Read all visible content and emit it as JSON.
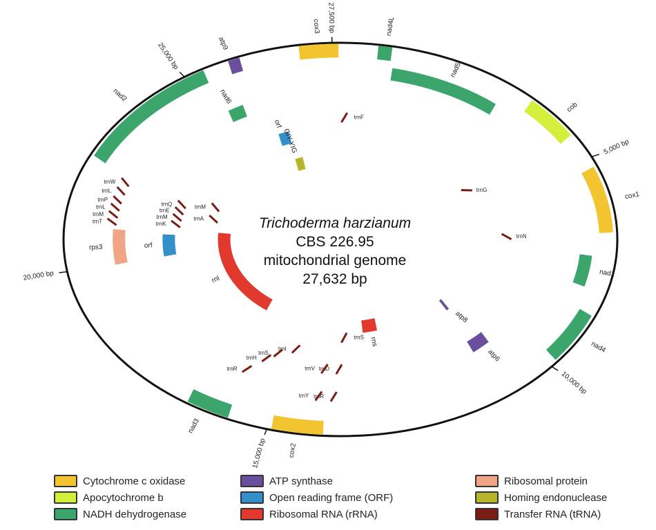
{
  "title": {
    "species": "Trichoderma harzianum",
    "strain": "CBS 226.95",
    "subtitle": "mitochondrial genome",
    "length": "27,632 bp"
  },
  "genome_length_bp": 27632,
  "colors": {
    "cox": "#f2c530",
    "cob": "#d4ee3c",
    "nad": "#3ba56c",
    "atp": "#6a4f9e",
    "orf": "#3390c8",
    "rrna": "#e1392e",
    "rps": "#f0a585",
    "homing": "#b7b52b",
    "trna": "#7a1c14"
  },
  "ticks": [
    {
      "bp": 5000,
      "label": "5,000 bp"
    },
    {
      "bp": 10000,
      "label": "10,000 bp"
    },
    {
      "bp": 15000,
      "label": "15,000 bp"
    },
    {
      "bp": 20000,
      "label": "20,000 bp"
    },
    {
      "bp": 25000,
      "label": "25,000 bp"
    },
    {
      "bp": 27500,
      "label": "27,500 bp"
    }
  ],
  "genes": [
    {
      "name": "cox3",
      "start": 26950,
      "end": 27600,
      "r": 0.96,
      "cat": "cox"
    },
    {
      "name": "nad4L",
      "start": 620,
      "end": 850,
      "r": 0.96,
      "cat": "nad"
    },
    {
      "name": "nad5",
      "start": 950,
      "end": 3050,
      "r": 0.86,
      "cat": "nad"
    },
    {
      "name": "cob",
      "start": 3450,
      "end": 4450,
      "r": 0.96,
      "cat": "cob"
    },
    {
      "name": "cox1",
      "start": 5250,
      "end": 6750,
      "r": 0.96,
      "cat": "cox"
    },
    {
      "name": "nad1",
      "start": 7300,
      "end": 8050,
      "r": 0.89,
      "cat": "nad"
    },
    {
      "name": "nad4",
      "start": 8650,
      "end": 9800,
      "r": 0.96,
      "cat": "nad"
    },
    {
      "name": "atp8",
      "start": 10050,
      "end": 10150,
      "r": 0.5,
      "cat": "atp"
    },
    {
      "name": "atp6",
      "start": 10250,
      "end": 10700,
      "r": 0.72,
      "cat": "atp"
    },
    {
      "name": "rns",
      "start": 12550,
      "end": 13050,
      "r": 0.45,
      "cat": "rrna"
    },
    {
      "name": "cox2",
      "start": 14100,
      "end": 14950,
      "r": 0.96,
      "cat": "cox"
    },
    {
      "name": "nad3",
      "start": 15700,
      "end": 16450,
      "r": 0.96,
      "cat": "nad"
    },
    {
      "name": "rnl",
      "start": 16700,
      "end": 21050,
      "r": 0.42,
      "cat": "rrna"
    },
    {
      "name": "rps3",
      "start": 20050,
      "end": 21000,
      "r": 0.8,
      "cat": "rps"
    },
    {
      "name": "orf",
      "start": 20150,
      "end": 20900,
      "r": 0.62,
      "cat": "orf"
    },
    {
      "name": "nad2",
      "start": 22650,
      "end": 25300,
      "r": 0.96,
      "cat": "nad"
    },
    {
      "name": "atp9",
      "start": 25750,
      "end": 25950,
      "r": 0.96,
      "cat": "atp"
    },
    {
      "name": "nad6",
      "start": 25150,
      "end": 25500,
      "r": 0.74,
      "cat": "nad"
    },
    {
      "name": "orf",
      "start": 25850,
      "end": 26150,
      "r": 0.55,
      "cat": "orf"
    },
    {
      "name": "GIY-YIG",
      "start": 25900,
      "end": 26200,
      "r": 0.41,
      "cat": "homing"
    }
  ],
  "trnas": [
    {
      "name": "trnW",
      "bp": 22300,
      "r": 0.83
    },
    {
      "name": "trnL",
      "bp": 22050,
      "r": 0.83
    },
    {
      "name": "trnP",
      "bp": 21800,
      "r": 0.83
    },
    {
      "name": "trnL",
      "bp": 21600,
      "r": 0.83
    },
    {
      "name": "trnM",
      "bp": 21400,
      "r": 0.83
    },
    {
      "name": "trnT",
      "bp": 21200,
      "r": 0.83
    },
    {
      "name": "trnQ",
      "bp": 22050,
      "r": 0.6
    },
    {
      "name": "trnE",
      "bp": 21800,
      "r": 0.6
    },
    {
      "name": "trnM",
      "bp": 21550,
      "r": 0.6
    },
    {
      "name": "trnK",
      "bp": 21300,
      "r": 0.6
    },
    {
      "name": "trnM",
      "bp": 22250,
      "r": 0.48
    },
    {
      "name": "trnA",
      "bp": 21700,
      "r": 0.47
    },
    {
      "name": "trnF",
      "bp": 100,
      "r": 0.62
    },
    {
      "name": "trnG",
      "bp": 4700,
      "r": 0.52
    },
    {
      "name": "trnN",
      "bp": 6800,
      "r": 0.6
    },
    {
      "name": "trnS",
      "bp": 13700,
      "r": 0.5
    },
    {
      "name": "trnD",
      "bp": 13850,
      "r": 0.66
    },
    {
      "name": "trnR",
      "bp": 13950,
      "r": 0.8
    },
    {
      "name": "trnV",
      "bp": 14200,
      "r": 0.66
    },
    {
      "name": "trnY",
      "bp": 14250,
      "r": 0.8
    },
    {
      "name": "trnI",
      "bp": 15050,
      "r": 0.58
    },
    {
      "name": "trnS",
      "bp": 15450,
      "r": 0.62
    },
    {
      "name": "trnH",
      "bp": 15650,
      "r": 0.66
    },
    {
      "name": "trnR",
      "bp": 15900,
      "r": 0.74
    }
  ],
  "legend": [
    {
      "label": "Cytochrome c oxidase",
      "cat": "cox"
    },
    {
      "label": "ATP synthase",
      "cat": "atp"
    },
    {
      "label": "Ribosomal protein",
      "cat": "rps"
    },
    {
      "label": "Apocytochrome b",
      "cat": "cob"
    },
    {
      "label": "Open reading frame (ORF)",
      "cat": "orf"
    },
    {
      "label": "Homing endonuclease",
      "cat": "homing"
    },
    {
      "label": "NADH dehydrogenase",
      "cat": "nad"
    },
    {
      "label": "Ribosomal RNA (rRNA)",
      "cat": "rrna"
    },
    {
      "label": "Transfer RNA (tRNA)",
      "cat": "trna"
    }
  ]
}
